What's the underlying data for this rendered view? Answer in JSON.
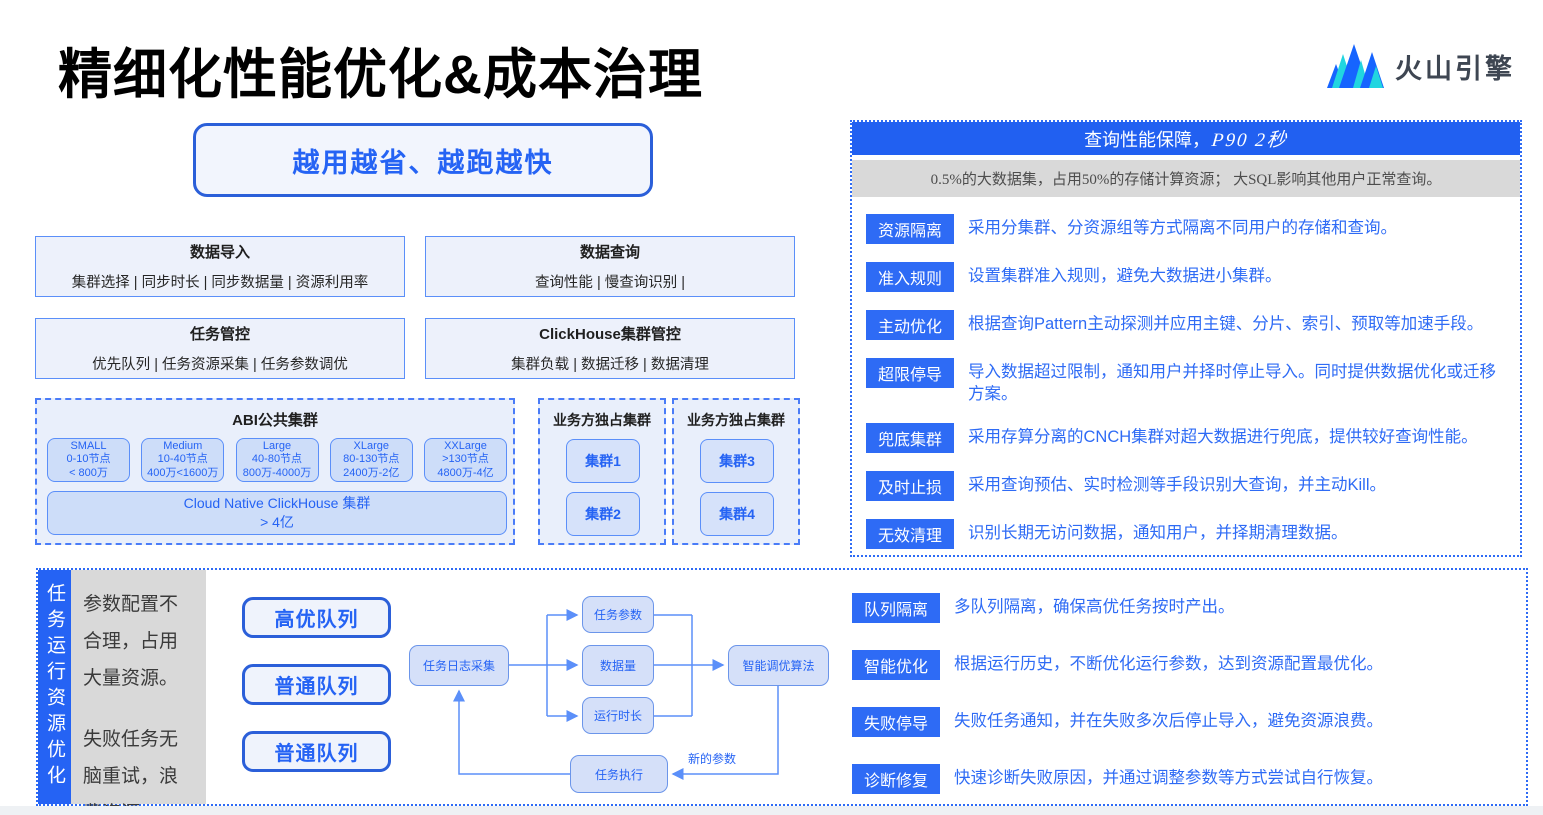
{
  "page": {
    "title": "精细化性能优化&成本治理",
    "logo_text": "火山引擎"
  },
  "colors": {
    "brand_blue": "#2563f4",
    "header_blue": "#2160f1",
    "text_blue": "#2e6bf5",
    "border_blue": "#5b8ff9",
    "light_fill": "#edf1fb",
    "node_fill": "#cdddf9",
    "gray_fill": "#d9d9d9",
    "logo_cyan": "#21d5e0",
    "logo_blue": "#1664ff"
  },
  "left": {
    "slogan": "越用越省、越跑越快",
    "feature_boxes": [
      {
        "title": "数据导入",
        "subtitle": "集群选择 | 同步时长 | 同步数据量 | 资源利用率"
      },
      {
        "title": "数据查询",
        "subtitle": "查询性能 | 慢查询识别 |"
      },
      {
        "title": "任务管控",
        "subtitle": "优先队列 | 任务资源采集 | 任务参数调优"
      },
      {
        "title": "ClickHouse集群管控",
        "subtitle": "集群负载 | 数据迁移 | 数据清理"
      }
    ],
    "abi_cluster": {
      "title": "ABI公共集群",
      "tiers": [
        {
          "name": "SMALL",
          "nodes": "0-10节点",
          "range": "< 800万"
        },
        {
          "name": "Medium",
          "nodes": "10-40节点",
          "range": "400万<1600万"
        },
        {
          "name": "Large",
          "nodes": "40-80节点",
          "range": "800万-4000万"
        },
        {
          "name": "XLarge",
          "nodes": "80-130节点",
          "range": "2400万-2亿"
        },
        {
          "name": "XXLarge",
          "nodes": ">130节点",
          "range": "4800万-4亿"
        }
      ],
      "cloud_native": {
        "line1": "Cloud Native ClickHouse 集群",
        "line2": "> 4亿"
      }
    },
    "dedicated_clusters": [
      {
        "title": "业务方独占集群",
        "items": [
          "集群1",
          "集群2"
        ]
      },
      {
        "title": "业务方独占集群",
        "items": [
          "集群3",
          "集群4"
        ]
      }
    ]
  },
  "query_panel": {
    "header_prefix": "查询性能保障，",
    "header_highlight": "P90 2秒",
    "subheader": "0.5%的大数据集，占用50%的存储计算资源；  大SQL影响其他用户正常查询。",
    "rows": [
      {
        "label": "资源隔离",
        "text": "采用分集群、分资源组等方式隔离不同用户的存储和查询。"
      },
      {
        "label": "准入规则",
        "text": "设置集群准入规则，避免大数据进小集群。"
      },
      {
        "label": "主动优化",
        "text": "根据查询Pattern主动探测并应用主键、分片、索引、预取等加速手段。"
      },
      {
        "label": "超限停导",
        "text": "导入数据超过限制，通知用户并择时停止导入。同时提供数据优化或迁移方案。"
      },
      {
        "label": "兜底集群",
        "text": "采用存算分离的CNCH集群对超大数据进行兜底，提供较好查询性能。"
      },
      {
        "label": "及时止损",
        "text": "采用查询预估、实时检测等手段识别大查询，并主动Kill。"
      },
      {
        "label": "无效清理",
        "text": "识别长期无访问数据，通知用户，并择期清理数据。"
      }
    ]
  },
  "task_panel": {
    "side_title": "任务运行资源优化",
    "problems": [
      "参数配置不合理，占用大量资源。",
      "失败任务无脑重试，浪费资源。"
    ],
    "queues": [
      "高优队列",
      "普通队列",
      "普通队列"
    ],
    "flow": {
      "collector": "任务日志采集",
      "inputs": [
        "任务参数",
        "数据量",
        "运行时长"
      ],
      "algorithm": "智能调优算法",
      "executor": "任务执行",
      "edge_label": "新的参数"
    },
    "rows": [
      {
        "label": "队列隔离",
        "text": "多队列隔离，确保高优任务按时产出。"
      },
      {
        "label": "智能优化",
        "text": "根据运行历史，不断优化运行参数，达到资源配置最优化。"
      },
      {
        "label": "失败停导",
        "text": "失败任务通知，并在失败多次后停止导入，避免资源浪费。"
      },
      {
        "label": "诊断修复",
        "text": "快速诊断失败原因，并通过调整参数等方式尝试自行恢复。"
      }
    ]
  }
}
